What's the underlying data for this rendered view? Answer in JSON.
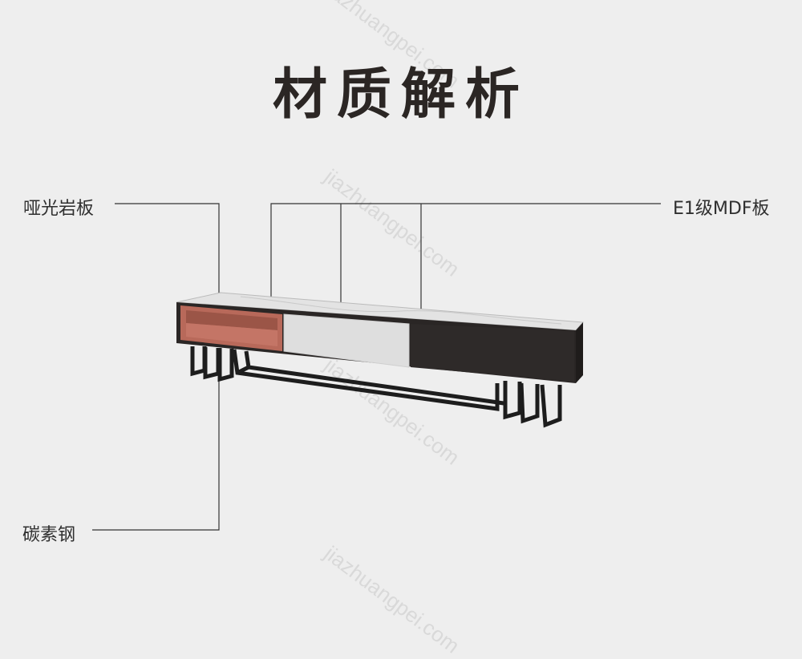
{
  "title": "材质解析",
  "labels": {
    "top": "哑光岩板",
    "panel": "E1级MDF板",
    "frame": "碳素钢"
  },
  "watermark": "jiazhuangpei.com",
  "colors": {
    "background": "#eeeeee",
    "marble_top": "#e3e3e3",
    "open_shelf": "#b8695a",
    "white_drawer": "#dedede",
    "dark_drawer": "#2e2a29",
    "frame_steel": "#1d1d1d",
    "leader_line": "#333333"
  }
}
